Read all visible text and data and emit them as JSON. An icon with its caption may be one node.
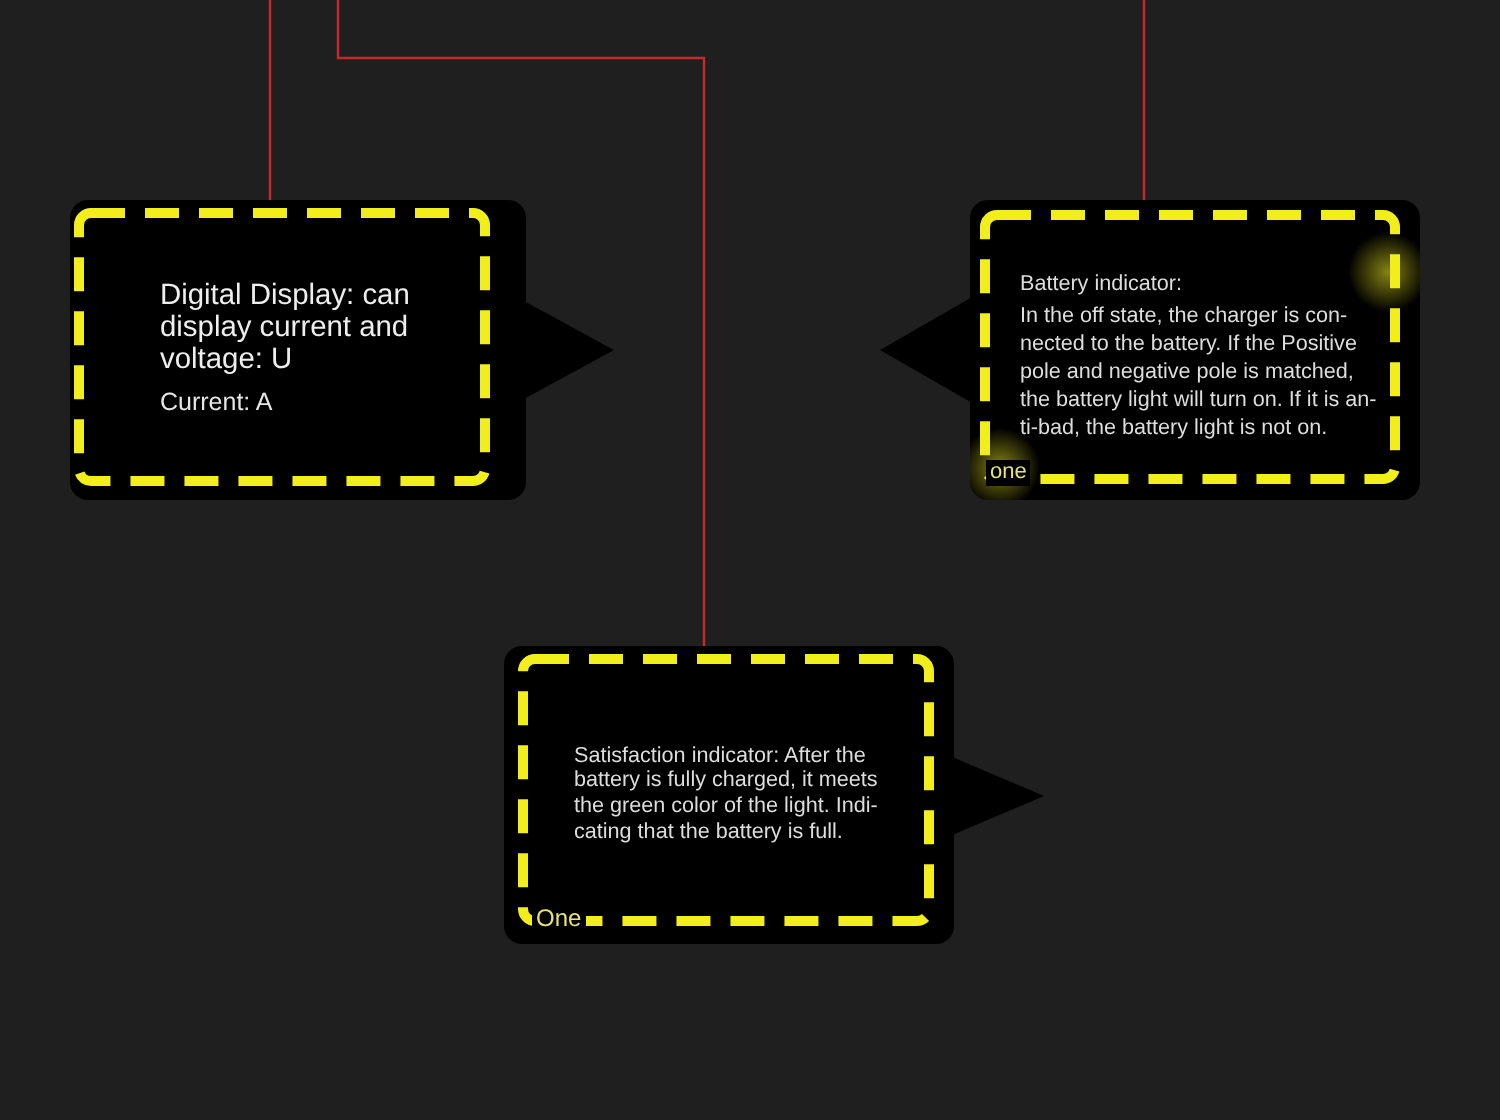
{
  "diagram": {
    "nodes": [
      {
        "text": [
          "Digital Display: can display current and voltage: U",
          "Current: A"
        ]
      },
      {
        "text": [
          "Battery indicator:",
          "In the off state, the charger is con- nected to the battery. If the Positive pole and negative pole is matched, the battery light will turn on. If it is an- ti-bad, the battery light is not on.",
          "one"
        ]
      },
      {
        "text": [
          "Satisfaction indicator: After the battery is fully charged, it meets the green color of the light. Indi- cating that the battery is full.",
          "One"
        ]
      }
    ],
    "edges": [
      {
        "from": 0,
        "to": null,
        "arrow": "none"
      },
      {
        "from": 1,
        "to": null,
        "arrow": "none"
      },
      {
        "from": 2,
        "to": null,
        "arrow": "none"
      }
    ]
  }
}
